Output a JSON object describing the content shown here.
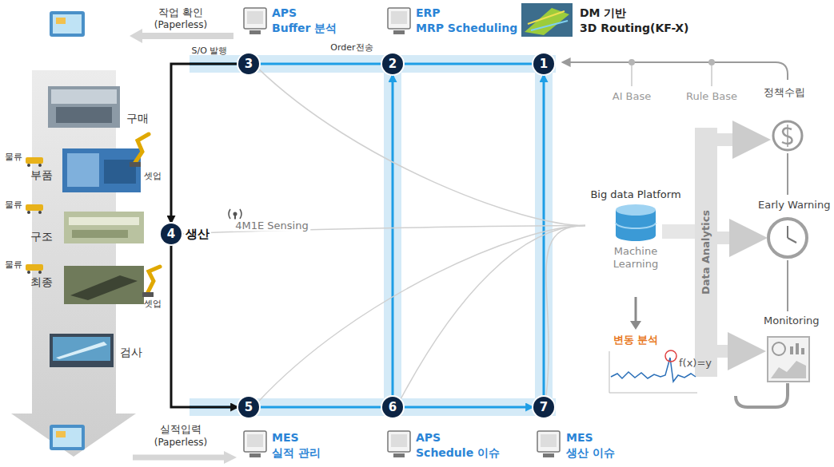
{
  "diagram": {
    "nodes": [
      {
        "text": [
          "1"
        ]
      },
      {
        "text": [
          "2"
        ]
      },
      {
        "text": [
          "3"
        ]
      },
      {
        "text": [
          "4"
        ]
      },
      {
        "text": [
          "5"
        ]
      },
      {
        "text": [
          "6"
        ]
      },
      {
        "text": [
          "7"
        ]
      },
      {
        "text": [
          "Big data Platform",
          "Machine Learning"
        ]
      }
    ],
    "edges": [
      {
        "from": 0,
        "to": 1,
        "arrow": "none"
      },
      {
        "from": 1,
        "to": 2,
        "arrow": "none"
      },
      {
        "from": 2,
        "to": 3,
        "arrow": "to"
      },
      {
        "from": 3,
        "to": 4,
        "arrow": "to"
      },
      {
        "from": 4,
        "to": 5,
        "arrow": "none"
      },
      {
        "from": 5,
        "to": 6,
        "arrow": "to"
      },
      {
        "from": 5,
        "to": 1,
        "arrow": "to"
      },
      {
        "from": 6,
        "to": 0,
        "arrow": "to"
      },
      {
        "from": 3,
        "to": 7,
        "label": "4M1E Sensing",
        "arrow": "none"
      },
      {
        "from": 2,
        "to": 7,
        "arrow": "none"
      },
      {
        "from": 4,
        "to": 7,
        "arrow": "none"
      },
      {
        "from": 5,
        "to": 7,
        "arrow": "none"
      },
      {
        "from": 6,
        "to": 7,
        "arrow": "none"
      }
    ],
    "labels": [
      "작업 확인",
      "(Paperless)",
      "APS",
      "Buffer 분석",
      "ERP",
      "MRP Scheduling",
      "DM 기반",
      "3D Routing(KF-X)",
      "S/O 발행",
      "Order전송",
      "AI Base",
      "Rule Base",
      "정책수립",
      "구매",
      "물류",
      "부품",
      "셋업",
      "물류",
      "구조",
      "물류",
      "최종",
      "셋업",
      "검사",
      "생산",
      "Data Analytics",
      "Early Warning",
      "Monitoring",
      "변동 분석",
      "f(x)=y",
      "실적입력",
      "(Paperless)",
      "MES",
      "실적 관리",
      "APS",
      "Schedule 이슈",
      "MES",
      "생산 이슈"
    ]
  }
}
